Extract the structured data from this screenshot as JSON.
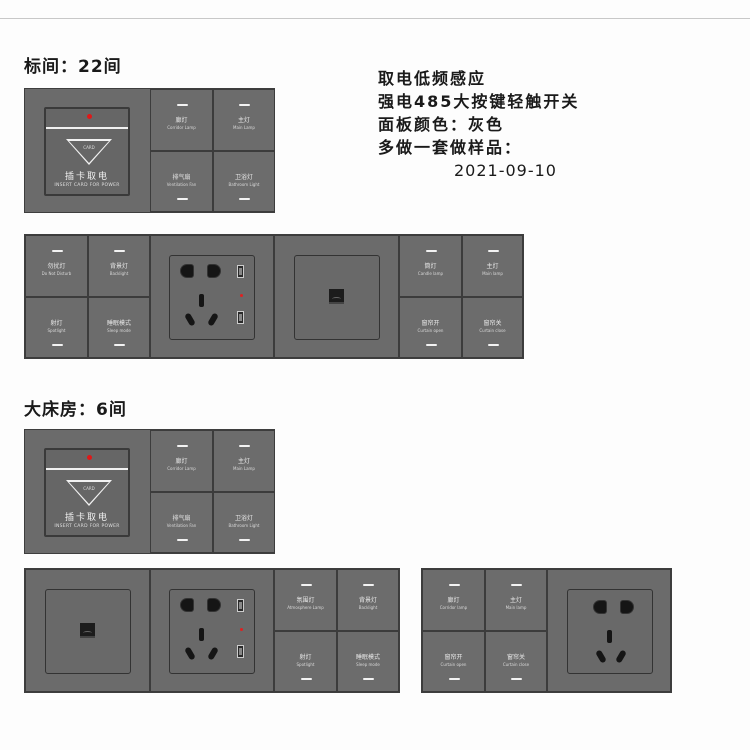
{
  "sections": [
    {
      "title": "标间：22间"
    },
    {
      "title": "大床房：6间"
    }
  ],
  "notes": {
    "lines": [
      "取电低频感应",
      "强电485大按键轻触开关",
      "面板颜色：灰色",
      "多做一套做样品："
    ],
    "date": "2021-09-10"
  },
  "card_switch": {
    "tri_text": "CARD",
    "zh": "插卡取电",
    "en": "INSERT CARD FOR POWER"
  },
  "panels": {
    "std_card_keys": [
      {
        "zh": "廊灯",
        "en": "Corridor Lamp"
      },
      {
        "zh": "主灯",
        "en": "Main Lamp"
      },
      {
        "zh": "排气扇",
        "en": "Ventilation Fan"
      },
      {
        "zh": "卫浴灯",
        "en": "Bathroom Light"
      }
    ],
    "std_left_keys": [
      {
        "zh": "勿扰灯",
        "en": "Do Not Disturb"
      },
      {
        "zh": "背景灯",
        "en": "Backlight"
      },
      {
        "zh": "射灯",
        "en": "Spotlight"
      },
      {
        "zh": "睡眠模式",
        "en": "Sleep mode"
      }
    ],
    "std_right_keys": [
      {
        "zh": "筒灯",
        "en": "Candle lamp"
      },
      {
        "zh": "主灯",
        "en": "Main lamp"
      },
      {
        "zh": "窗帘开",
        "en": "Curtain open"
      },
      {
        "zh": "窗帘关",
        "en": "Curtain close"
      }
    ],
    "king_card_keys": [
      {
        "zh": "廊灯",
        "en": "Corridor Lamp"
      },
      {
        "zh": "主灯",
        "en": "Main Lamp"
      },
      {
        "zh": "排气扇",
        "en": "Ventilation Fan"
      },
      {
        "zh": "卫浴灯",
        "en": "Bathroom Light"
      }
    ],
    "king_mid_keys": [
      {
        "zh": "氛围灯",
        "en": "Atmosphere Lamp"
      },
      {
        "zh": "背景灯",
        "en": "Backlight"
      },
      {
        "zh": "射灯",
        "en": "Spotlight"
      },
      {
        "zh": "睡眠模式",
        "en": "Sleep mode"
      }
    ],
    "king_right_keys": [
      {
        "zh": "廊灯",
        "en": "Corridor lamp"
      },
      {
        "zh": "主灯",
        "en": "Main lamp"
      },
      {
        "zh": "窗帘开",
        "en": "Curtain open"
      },
      {
        "zh": "窗帘关",
        "en": "Curtain close"
      }
    ]
  },
  "colors": {
    "panel_gray": "#6b6b6b",
    "indicator_led": "#e01818",
    "key_indicator": "#f2f2f2"
  }
}
